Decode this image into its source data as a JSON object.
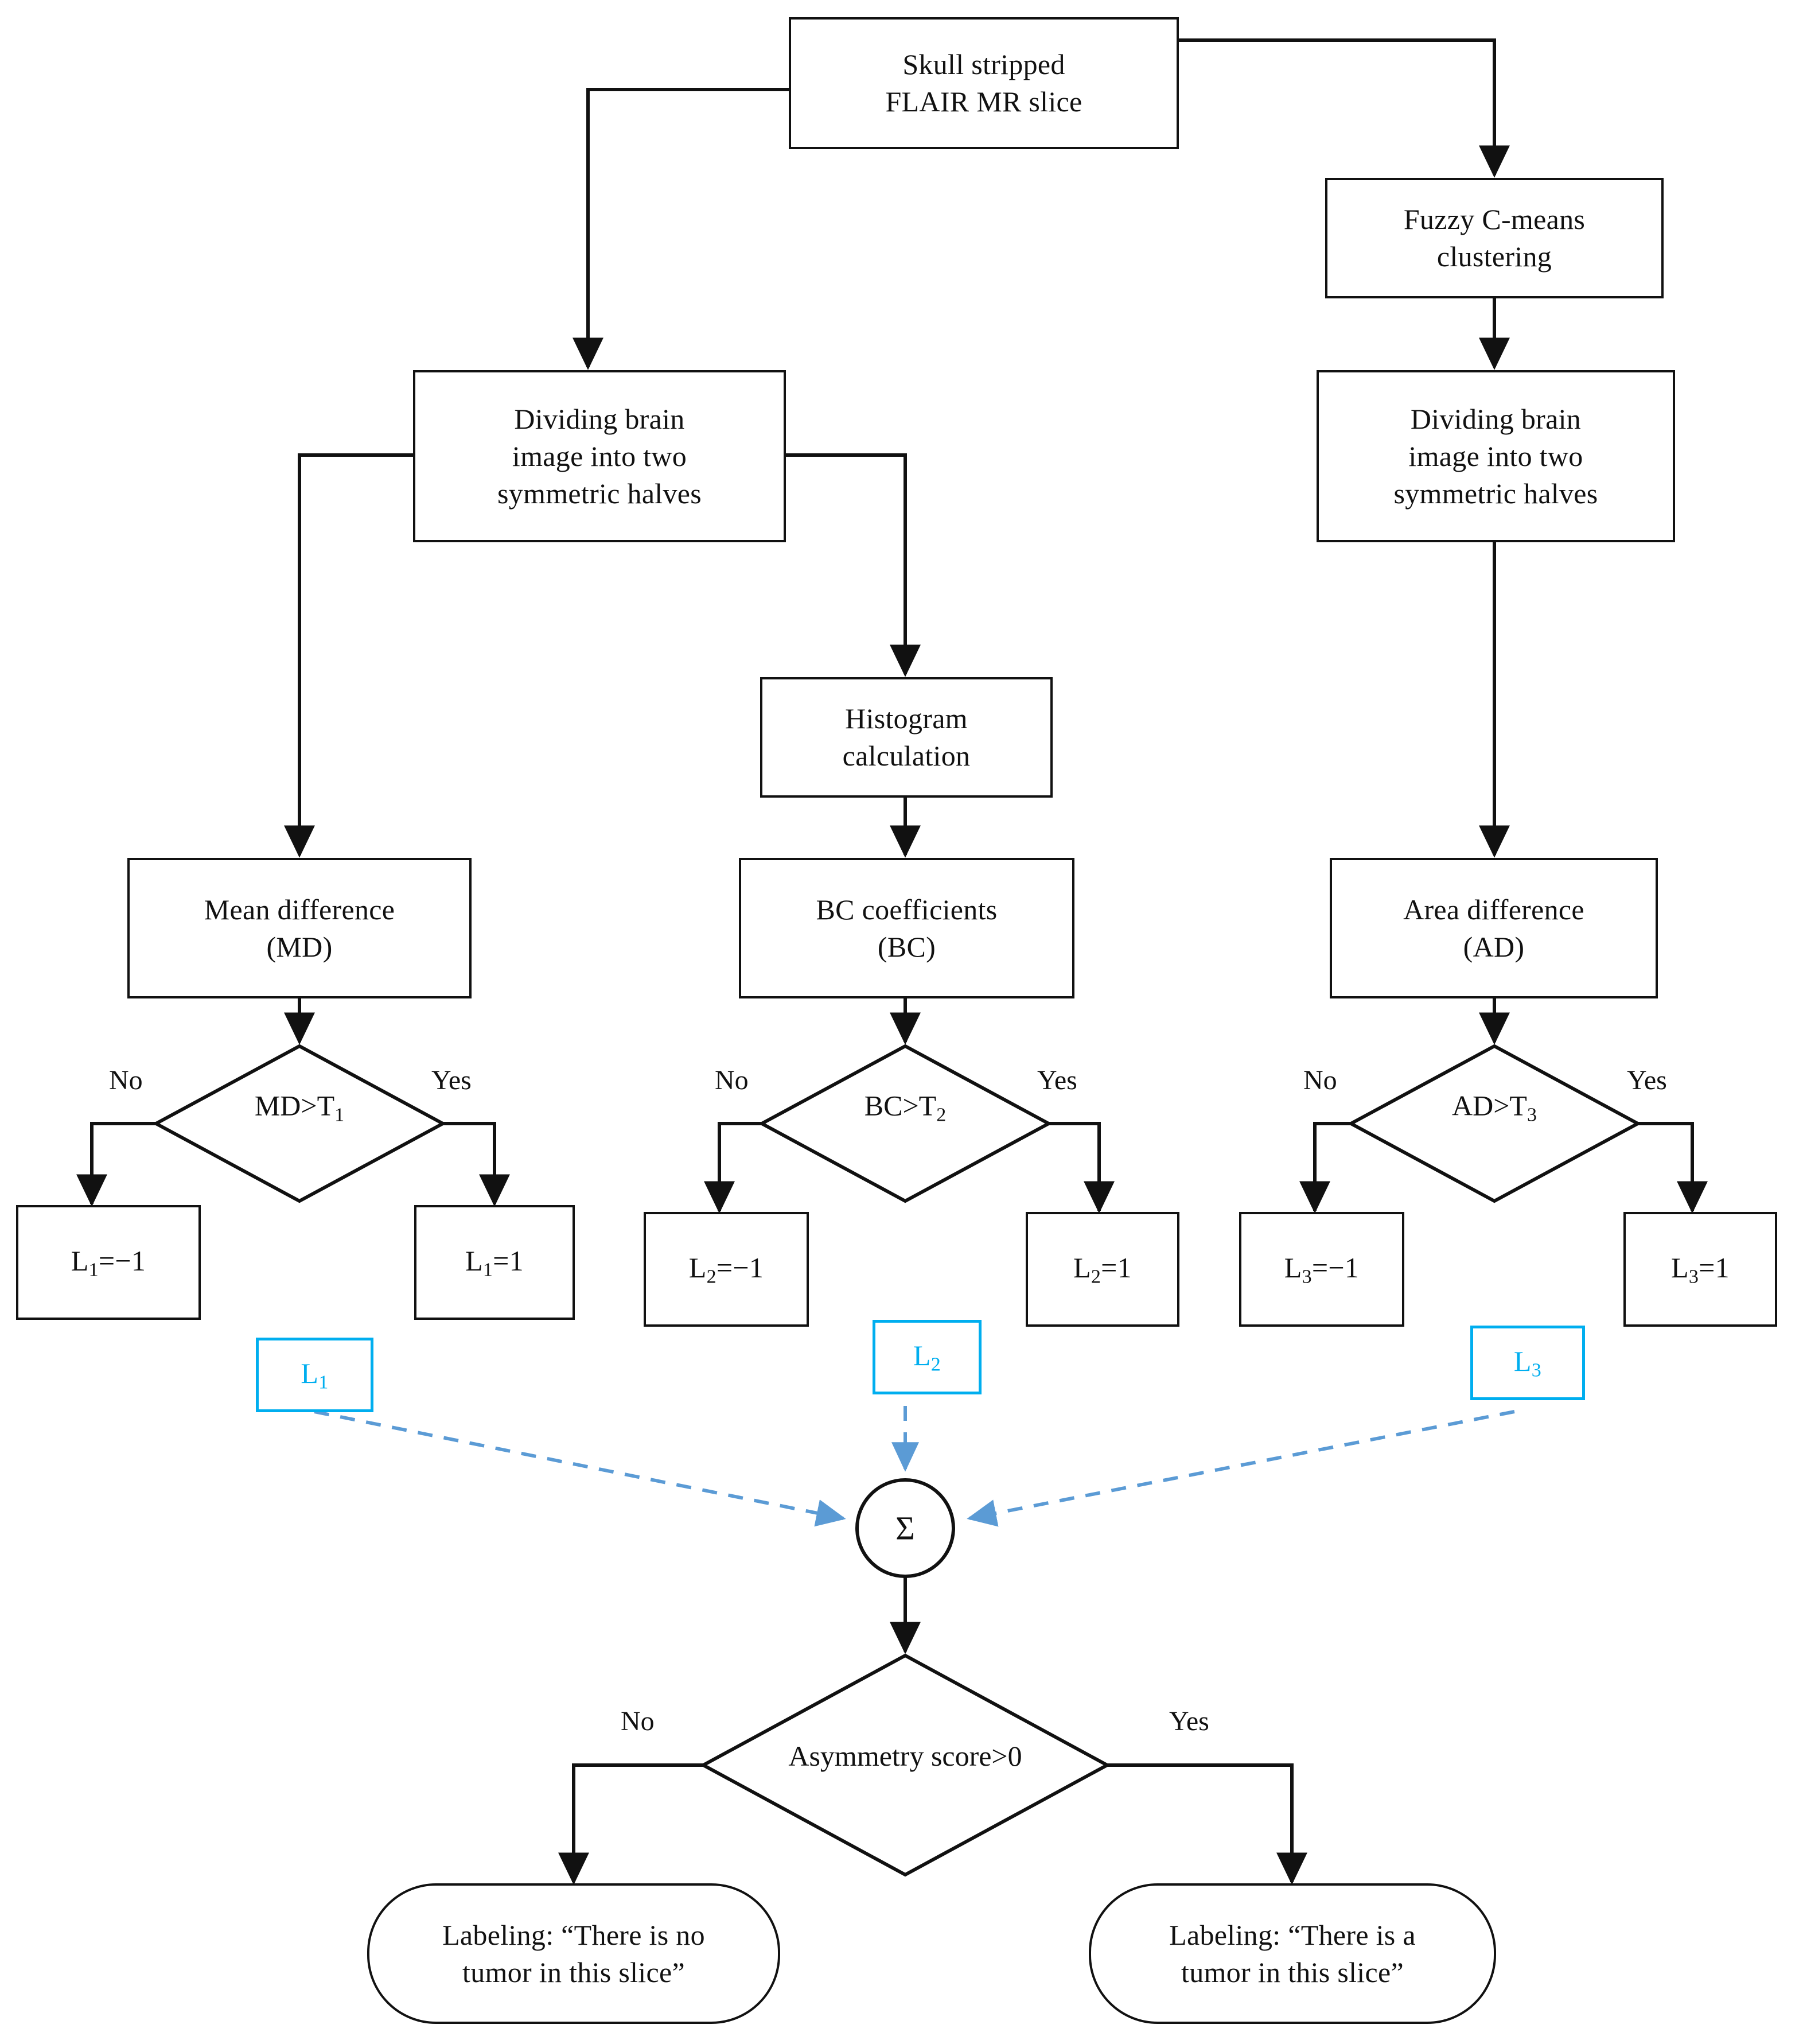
{
  "diagram": {
    "title": "Asymmetry-score based brain tumor slice labeling flowchart",
    "colors": {
      "stroke": "#111111",
      "accent_blue": "#00AEEF",
      "dashed_arrow_blue": "#5B9BD5",
      "background": "#FFFFFF"
    }
  },
  "nodes": {
    "input": {
      "line1": "Skull stripped",
      "line2": "FLAIR MR slice"
    },
    "fcm": {
      "line1": "Fuzzy C-means",
      "line2": "clustering"
    },
    "divide_left": {
      "line1": "Dividing  brain",
      "line2": "image into two",
      "line3": "symmetric halves"
    },
    "divide_right": {
      "line1": "Dividing  brain",
      "line2": "image into two",
      "line3": "symmetric halves"
    },
    "histogram": {
      "line1": "Histogram",
      "line2": "calculation"
    },
    "mean_difference": {
      "line1": "Mean difference",
      "line2": "(MD)"
    },
    "bc_coefficients": {
      "line1": "BC coefficients",
      "line2": "(BC)"
    },
    "area_difference": {
      "line1": "Area difference",
      "line2": "(AD)"
    },
    "sum_symbol": "Σ"
  },
  "decisions": {
    "md": {
      "condition_prefix": "MD>T",
      "condition_sub": "1",
      "no_label": "No",
      "yes_label": "Yes"
    },
    "bc": {
      "condition_prefix": "BC>T",
      "condition_sub": "2",
      "no_label": "No",
      "yes_label": "Yes"
    },
    "ad": {
      "condition_prefix": "AD>T",
      "condition_sub": "3",
      "no_label": "No",
      "yes_label": "Yes"
    },
    "asymmetry": {
      "condition": "Asymmetry score>0",
      "no_label": "No",
      "yes_label": "Yes"
    }
  },
  "outputs": {
    "l1_neg": {
      "base": "L",
      "sub": "1",
      "value": "=−1"
    },
    "l1_pos": {
      "base": "L",
      "sub": "1",
      "value": "=1"
    },
    "l2_neg": {
      "base": "L",
      "sub": "2",
      "value": "=−1"
    },
    "l2_pos": {
      "base": "L",
      "sub": "2",
      "value": "=1"
    },
    "l3_neg": {
      "base": "L",
      "sub": "3",
      "value": "=−1"
    },
    "l3_pos": {
      "base": "L",
      "sub": "3",
      "value": "=1"
    }
  },
  "labels_blue": {
    "l1": {
      "base": "L",
      "sub": "1"
    },
    "l2": {
      "base": "L",
      "sub": "2"
    },
    "l3": {
      "base": "L",
      "sub": "3"
    }
  },
  "terminals": {
    "no_tumor": {
      "line1": "Labeling: “There is no",
      "line2": "tumor in this slice”"
    },
    "tumor": {
      "line1": "Labeling: “There is a",
      "line2": "tumor in this slice”"
    }
  }
}
